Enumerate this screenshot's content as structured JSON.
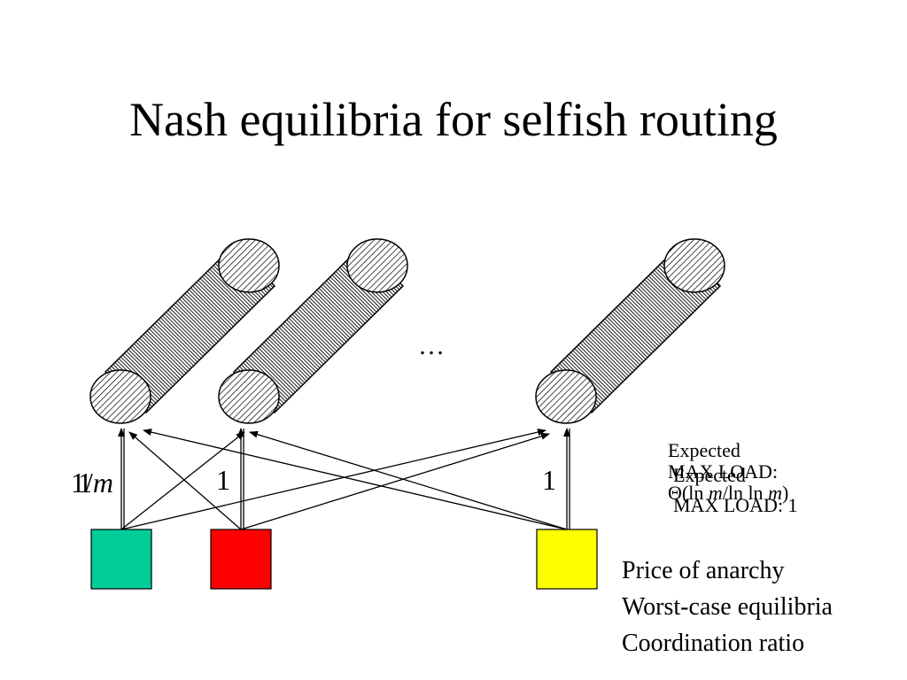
{
  "title": "Nash equilibria for selfish routing",
  "ellipsis": "…",
  "bin_labels": {
    "first_a": "1/",
    "first_a_var": "m",
    "first_b": "1",
    "second": "1",
    "third": "1"
  },
  "max_load_old": {
    "line1": "Expected",
    "line2": "MAX LOAD:",
    "line3_prefix": "Θ(ln ",
    "line3_var1": "m",
    "line3_mid": "/ln ln ",
    "line3_var2": "m",
    "line3_suffix": ")"
  },
  "max_load_new": {
    "line1": "Expected",
    "line2": "MAX LOAD: 1"
  },
  "terms": [
    "Price of anarchy",
    "Worst-case equilibria",
    "Coordination ratio"
  ],
  "colors": {
    "ball_green": "#00cc99",
    "ball_red": "#ff0000",
    "ball_yellow": "#ffff00",
    "hatch": "#000000"
  },
  "icons": {
    "bin": "hatched-cylinder",
    "ball": "colored-square"
  }
}
